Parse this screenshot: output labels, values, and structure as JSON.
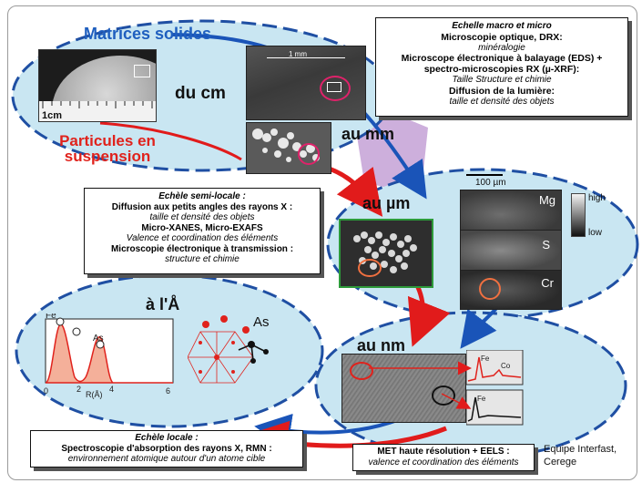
{
  "scales": {
    "cm": "du cm",
    "mm": "au mm",
    "um": "au µm",
    "nm": "au nm",
    "angstrom": "à l'Å"
  },
  "samples": {
    "solid_matrices": "Matrices solides",
    "suspended_particles_line1": "Particules en",
    "suspended_particles_line2": "suspension",
    "ruler_label": "1cm",
    "micro_scale_label": "1 mm"
  },
  "macro_box": {
    "title": "Echelle macro et micro",
    "items": [
      {
        "name": "Microscopie optique, DRX:",
        "desc": "minéralogie"
      },
      {
        "name": "Microscope électronique à balayage (EDS) +",
        "name2": "spectro-microscopies RX (µ-XRF):",
        "desc": "Taille Structure et chimie"
      },
      {
        "name": "Diffusion de la lumière:",
        "desc": "taille et densité des objets"
      }
    ]
  },
  "semi_local_box": {
    "title": "Echèle semi-locale :",
    "line1": "Diffusion aux petits angles des rayons X :",
    "line1_desc": "taille et densité des objets",
    "line2": "Micro-XANES, Micro-EXAFS",
    "line2_desc": "Valence et coordination des éléments",
    "line3": "Microscopie électronique à transmission :",
    "line3_desc": "structure et chimie"
  },
  "local_box": {
    "title": "Echèle locale :",
    "line1": "Spectroscopie d'absorption des rayons X, RMN :",
    "line1_desc": "environnement atomique autour d'un atome cible"
  },
  "met_box": {
    "title": "MET haute résolution + EELS :",
    "desc": "valence et coordination des éléments"
  },
  "xrf_maps": {
    "scale_bar": "100 µm",
    "legend_high": "high",
    "legend_low": "low",
    "elements": [
      "Mg",
      "S",
      "Cr"
    ]
  },
  "exafs": {
    "peak_fe": "Fe",
    "peak_as": "As",
    "xlabel": "R(Å)",
    "ticks": [
      "0",
      "2",
      "4",
      "6"
    ],
    "structure_label": "As"
  },
  "eels": {
    "spec1_labels": [
      "Fe",
      "Co"
    ],
    "spec2_label": "Fe"
  },
  "credit": {
    "line1": "Equipe Interfast,",
    "line2": "Cerege"
  },
  "colors": {
    "ellipse_fill": "#c9e6f2",
    "ellipse_border": "#1f4fa3",
    "arrow_red": "#e11b1b",
    "arrow_blue": "#1a54b8",
    "lilac": "#c8a6d8",
    "blue_title": "#1f5fbf",
    "red_title": "#e0221c",
    "exafs_fill": "#f4b09a"
  }
}
